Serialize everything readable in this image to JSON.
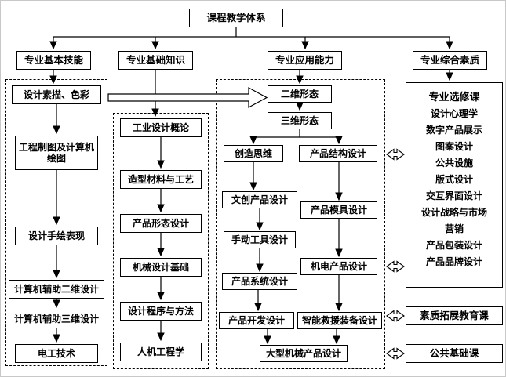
{
  "title": "课程教学体系",
  "headers": {
    "skills": "专业基本技能",
    "knowledge": "专业基础知识",
    "application": "专业应用能力",
    "quality": "专业综合素质"
  },
  "skills_column": {
    "items": [
      "设计素描、色彩",
      "工程制图及计算机绘图",
      "设计手绘表现",
      "计算机辅助二维设计",
      "计算机辅助三维设计",
      "电工技术"
    ]
  },
  "knowledge_column": {
    "items": [
      "工业设计概论",
      "造型材料与工艺",
      "产品形态设计",
      "机械设计基础",
      "设计程序与方法",
      "人机工程学"
    ]
  },
  "application_column": {
    "form_2d": "二维形态",
    "form_3d": "三维形态",
    "left_track": [
      "创造思维",
      "文创产品设计",
      "手动工具设计",
      "产品系统设计",
      "产品开发设计"
    ],
    "right_track": [
      "产品结构设计",
      "产品模具设计",
      "机电产品设计",
      "智能救援装备设计"
    ],
    "final": "大型机械产品设计"
  },
  "electives": {
    "title": "专业选修课",
    "items": [
      "设计心理学",
      "数字产品展示",
      "图案设计",
      "公共设施",
      "版式设计",
      "交互界面设计",
      "设计战略与市场营销",
      "产品包装设计",
      "产品品牌设计"
    ]
  },
  "extras": {
    "quality_development": "素质拓展教育课",
    "public_foundation": "公共基础课"
  },
  "colors": {
    "line": "#000000",
    "background": "#ffffff"
  }
}
